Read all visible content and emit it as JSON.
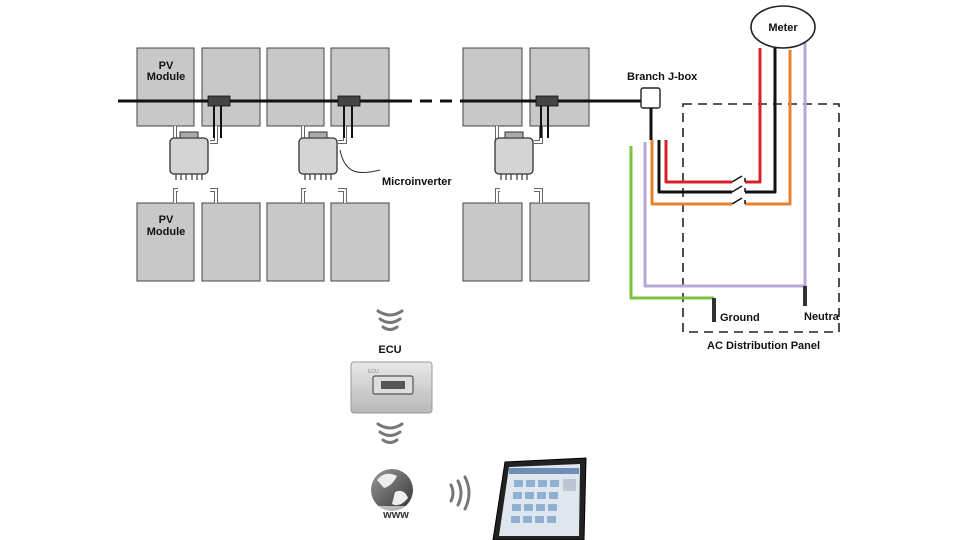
{
  "labels": {
    "pv_module_top_line1": "PV",
    "pv_module_top_line2": "Module",
    "pv_module_bottom_line1": "PV",
    "pv_module_bottom_line2": "Module",
    "microinverter": "Microinverter",
    "branch_jbox": "Branch J-box",
    "meter": "Meter",
    "ground": "Ground",
    "neutral": "Neutra",
    "ac_panel": "AC Distribution Panel",
    "ecu": "ECU",
    "www": "www"
  },
  "colors": {
    "module_fill": "#c8c8c8",
    "module_stroke": "#444444",
    "bus": "#111111",
    "red_wire": "#d8202a",
    "black_wire": "#111111",
    "orange_wire": "#e8822a",
    "green_wire": "#7cc242",
    "neutral_wire": "#b8a8d8"
  },
  "icons": {
    "wifi": "wifi-signal-icon",
    "globe": "globe-icon",
    "broadcast": "broadcast-waves-icon",
    "tablet": "tablet-icon",
    "ecu_device": "ecu-device-icon",
    "switch": "circuit-breaker-icon"
  }
}
